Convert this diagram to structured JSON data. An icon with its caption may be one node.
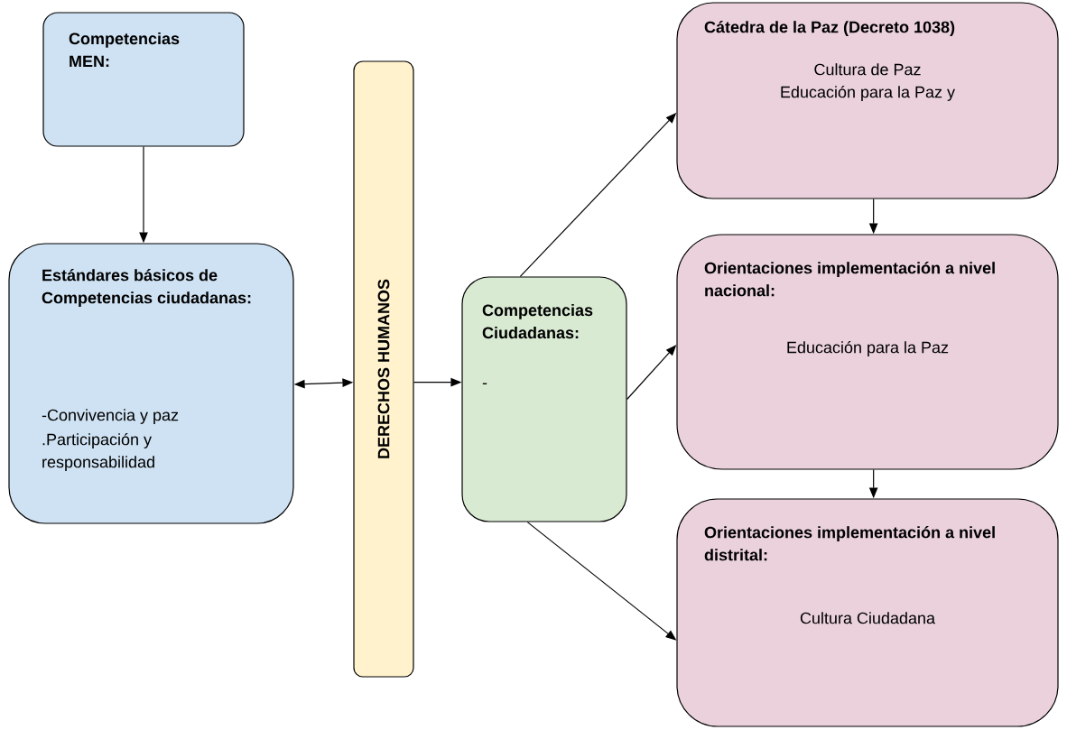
{
  "diagram": {
    "nodes": [
      {
        "text": [
          "**Competencias MEN**:"
        ]
      },
      {
        "text": [
          "Estándares básicos de Competencias ciudadanas:",
          "-Convivencia y paz",
          ".Participación y responsabilidad"
        ]
      },
      {
        "text": [
          "DERECHOS HUMANOS"
        ]
      },
      {
        "text": [
          "Competencias Ciudadanas:",
          "-"
        ]
      },
      {
        "text": [
          "Cátedra de la Paz (Decreto 1038)",
          "Cultura de Paz",
          "Educación para la Paz y"
        ]
      },
      {
        "text": [
          "Orientaciones implementación a nivel nacional:",
          "Educación para la Paz"
        ]
      },
      {
        "text": [
          "Orientaciones implementación a nivel distrital:",
          "Cultura Ciudadana"
        ]
      }
    ],
    "edges": [
      {
        "from": 0,
        "to": 1,
        "arrow": "to"
      },
      {
        "from": 1,
        "to": 2,
        "arrow": "both"
      },
      {
        "from": 2,
        "to": 3,
        "arrow": "to"
      },
      {
        "from": 3,
        "to": 4,
        "arrow": "to"
      },
      {
        "from": 3,
        "to": 5,
        "arrow": "to"
      },
      {
        "from": 3,
        "to": 6,
        "arrow": "to"
      },
      {
        "from": 4,
        "to": 5,
        "arrow": "to"
      },
      {
        "from": 5,
        "to": 6,
        "arrow": "to"
      }
    ]
  }
}
